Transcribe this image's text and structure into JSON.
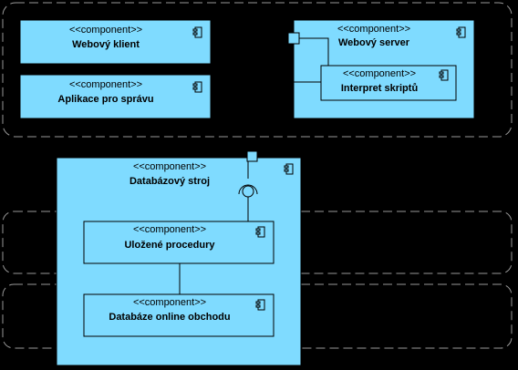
{
  "colors": {
    "background": "#000000",
    "component_fill": "#7fdbff",
    "stroke": "#000000",
    "frame": "#999999"
  },
  "components": [
    {
      "id": "webovy-klient",
      "stereotype": "<<component>>",
      "name": "Webový klient"
    },
    {
      "id": "aplikace-pro-spravu",
      "stereotype": "<<component>>",
      "name": "Aplikace pro správu"
    },
    {
      "id": "webovy-server",
      "stereotype": "<<component>>",
      "name": "Webový server"
    },
    {
      "id": "interpret-skriptu",
      "stereotype": "<<component>>",
      "name": "Interpret skriptů"
    },
    {
      "id": "databazovy-stroj",
      "stereotype": "<<component>>",
      "name": "Databázový stroj"
    },
    {
      "id": "ulozene-procedury",
      "stereotype": "<<component>>",
      "name": "Uložené procedury"
    },
    {
      "id": "databaze-online-obchodu",
      "stereotype": "<<component>>",
      "name": "Databáze online obchodu"
    }
  ],
  "icons": {
    "component": "component-icon",
    "port": "port-square",
    "interface": "required-interface-socket"
  }
}
